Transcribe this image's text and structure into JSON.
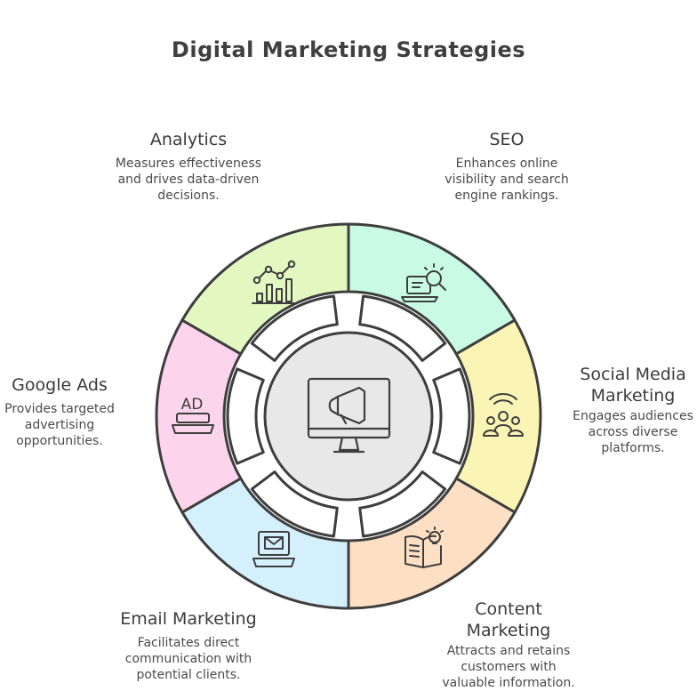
{
  "title": "Digital Marketing Strategies",
  "center": {
    "icon": "monitor-megaphone-icon"
  },
  "segments": [
    {
      "key": "seo",
      "label": "SEO",
      "description": "Enhances online visibility and search engine rankings.",
      "color": "#c9fbe4",
      "icon": "laptop-search-icon"
    },
    {
      "key": "social",
      "label": "Social Media Marketing",
      "description": "Engages audiences across diverse platforms.",
      "color": "#fbf5b5",
      "icon": "people-broadcast-icon"
    },
    {
      "key": "content",
      "label": "Content Marketing",
      "description": "Attracts and retains customers with valuable information.",
      "color": "#fde0c4",
      "icon": "book-lightbulb-icon"
    },
    {
      "key": "email",
      "label": "Email Marketing",
      "description": "Facilitates direct communication with potential clients.",
      "color": "#d4f0fd",
      "icon": "laptop-envelope-icon"
    },
    {
      "key": "googleads",
      "label": "Google Ads",
      "description": "Provides targeted advertising opportunities.",
      "color": "#fcd5ec",
      "icon": "ad-icon",
      "icon_text": "AD"
    },
    {
      "key": "analytics",
      "label": "Analytics",
      "description": "Measures effectiveness and drives data-driven decisions.",
      "color": "#e2f8c0",
      "icon": "line-bar-chart-icon"
    }
  ]
}
